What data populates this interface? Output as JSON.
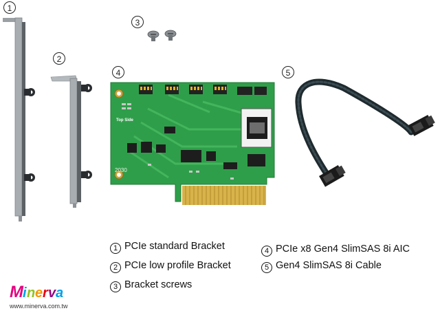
{
  "callouts": {
    "c1": "1",
    "c2": "2",
    "c3": "3",
    "c4": "4",
    "c5": "5"
  },
  "board": {
    "top_side_text": "Top Side",
    "code_text": "2030"
  },
  "legend": {
    "left": [
      {
        "num": "1",
        "text": "PCIe standard Bracket"
      },
      {
        "num": "2",
        "text": "PCIe low profile Bracket"
      },
      {
        "num": "3",
        "text": "Bracket screws"
      }
    ],
    "right": [
      {
        "num": "4",
        "text": "PCIe x8 Gen4 SlimSAS 8i AIC"
      },
      {
        "num": "5",
        "text": "Gen4 SlimSAS 8i Cable"
      }
    ]
  },
  "brand": {
    "logo_text": "Minerva",
    "url": "www.minerva.com.tw",
    "colors": [
      "#e4007f",
      "#00a0e9",
      "#8fc31f",
      "#f39800",
      "#e60012",
      "#920783"
    ]
  },
  "colors": {
    "pcb": "#2f9e4a",
    "gold": "#d8b24a",
    "bracket": "#b8bcc0",
    "cable": "#1e2a2e"
  }
}
